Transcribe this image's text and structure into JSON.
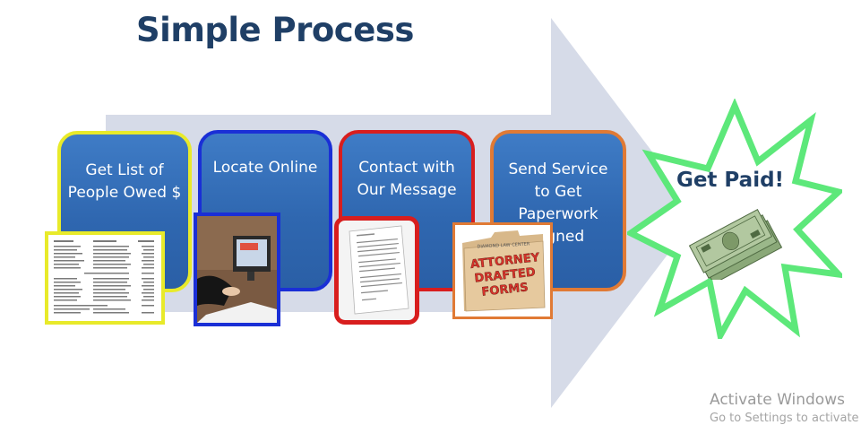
{
  "title": "Simple Process",
  "steps": [
    {
      "label": "Get List of People Owed $",
      "border_color": "#e8ea2a"
    },
    {
      "label": "Locate Online",
      "border_color": "#1a2fd6"
    },
    {
      "label": "Contact with Our Message",
      "border_color": "#d81e1e"
    },
    {
      "label": "Send Service to Get Paperwork Signed",
      "border_color": "#e07a35"
    }
  ],
  "goal": {
    "label": "Get Paid!",
    "burst_color": "#5de87a"
  },
  "folder": {
    "brand": "DIAMOND LAW CENTER",
    "lines": [
      "ATTORNEY",
      "DRAFTED",
      "FORMS"
    ]
  },
  "watermark": {
    "title": "Activate Windows",
    "subtitle": "Go to Settings to activate"
  },
  "colors": {
    "arrow": "#d6dbe8",
    "box_fill": "#3472bd",
    "title": "#1f3f66"
  }
}
